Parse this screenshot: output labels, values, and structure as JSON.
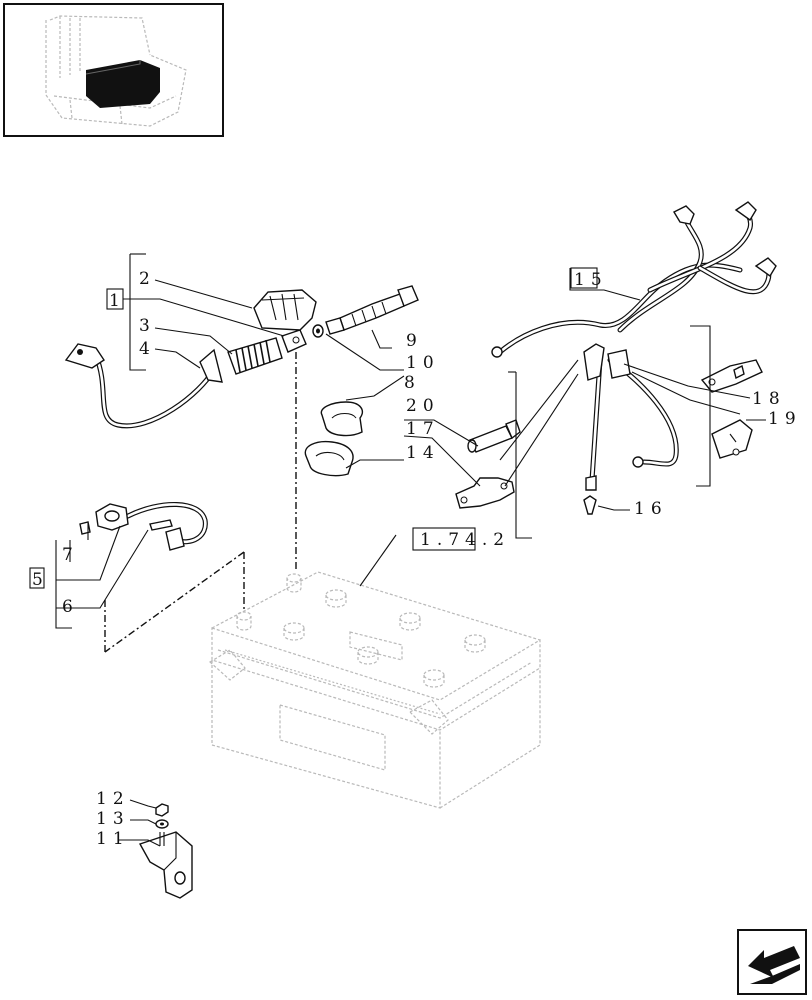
{
  "labels": {
    "l1": "1",
    "l2": "2",
    "l3": "3",
    "l4": "4",
    "l5": "5",
    "l6": "6",
    "l7": "7",
    "l8": "8",
    "l9": "9",
    "l10": "10",
    "l11": "11",
    "l12": "12",
    "l13": "13",
    "l14": "14",
    "l15": "15",
    "l16": "16",
    "l17": "17",
    "l18": "18",
    "l19": "19",
    "l20": "20",
    "ref": "1.74.2"
  }
}
